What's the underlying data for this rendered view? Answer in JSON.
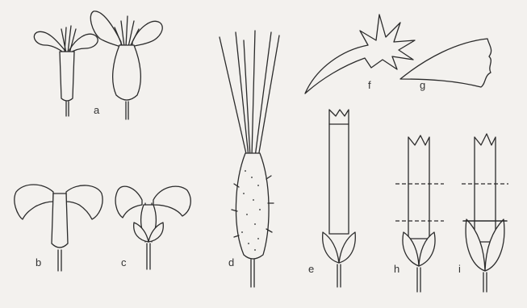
{
  "figure": {
    "labels": {
      "a": "a",
      "b": "b",
      "c": "c",
      "d": "d",
      "e": "e",
      "f": "f",
      "g": "g",
      "h": "h",
      "i": "i"
    }
  }
}
